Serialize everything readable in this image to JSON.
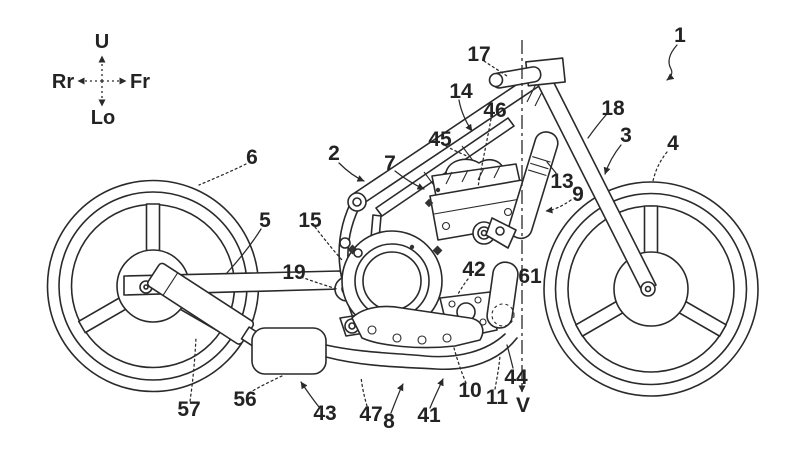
{
  "figure": {
    "kind": "patent line drawing",
    "subject": "motorcycle side view with numbered parts"
  },
  "colors": {
    "ink": "#2a2a2a",
    "paper": "#ffffff"
  },
  "compass": {
    "up": "U",
    "down": "Lo",
    "rear": "Rr",
    "front": "Fr"
  },
  "labels": {
    "n1": "1",
    "n2": "2",
    "n3": "3",
    "n4": "4",
    "n5": "5",
    "n6": "6",
    "n7": "7",
    "n8": "8",
    "n9": "9",
    "n10": "10",
    "n11": "11",
    "n13": "13",
    "n14": "14",
    "n15": "15",
    "n17": "17",
    "n18": "18",
    "n19": "19",
    "n41": "41",
    "n42": "42",
    "n43": "43",
    "n44": "44",
    "n45": "45",
    "n46": "46",
    "n47": "47",
    "n56": "56",
    "n57": "57",
    "n61": "61",
    "vline": "V"
  }
}
